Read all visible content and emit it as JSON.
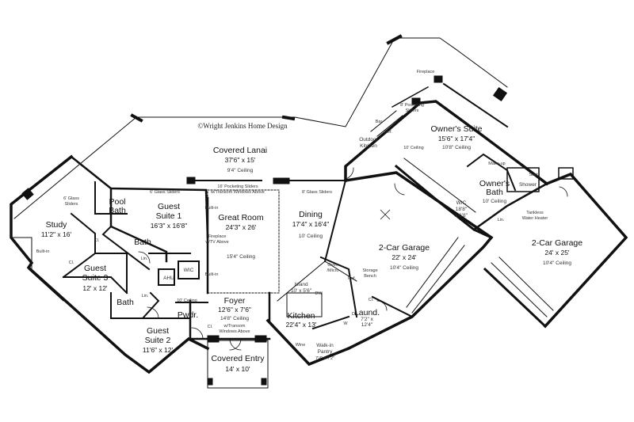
{
  "credit": "©Wright Jenkins Home Design",
  "rooms": {
    "covered_lanai": {
      "name": "Covered Lanai",
      "dim": "37'6\" x 15'",
      "ceiling": "9'4\" Ceiling"
    },
    "great_room": {
      "name": "Great Room",
      "dim": "24'3\" x 26'",
      "ceiling": "15'4\" Ceiling"
    },
    "dining": {
      "name": "Dining",
      "dim": "17'4\" x 16'4\"",
      "ceiling": "10' Ceiling"
    },
    "guest_suite_1": {
      "name1": "Guest",
      "name2": "Suite 1",
      "dim": "16'3\" x 16'8\""
    },
    "guest_suite_2": {
      "name1": "Guest",
      "name2": "Suite 2",
      "dim": "11'6\" x 12'"
    },
    "guest_suite_3": {
      "name1": "Guest",
      "name2": "Suite 3",
      "dim": "12' x 12'"
    },
    "study": {
      "name": "Study",
      "dim": "11'2\" x 16'"
    },
    "pool_bath": {
      "name1": "Pool",
      "name2": "Bath"
    },
    "bath_1": {
      "name": "Bath"
    },
    "bath_2": {
      "name": "Bath"
    },
    "foyer": {
      "name": "Foyer",
      "dim": "12'6\" x 7'6\"",
      "ceiling": "14'8\" Ceiling"
    },
    "covered_entry": {
      "name": "Covered Entry",
      "dim": "14' x 10'"
    },
    "kitchen": {
      "name": "Kitchen",
      "dim": "22'4\" x 13'"
    },
    "island": {
      "name": "Island",
      "dim": "10' x 5'6\""
    },
    "walk_in_pantry": {
      "name": "Walk-in",
      "name2": "Pantry",
      "dim": "7'4\" x 7'2\""
    },
    "laundry": {
      "name": "Laund.",
      "dim": "7'2\" x",
      "dim2": "12'4\""
    },
    "garage_2car_a": {
      "name": "2-Car Garage",
      "dim": "22' x 24'",
      "ceiling": "10'4\" Ceiling"
    },
    "garage_2car_b": {
      "name": "2-Car Garage",
      "dim": "24' x 25'",
      "ceiling": "10'4\" Ceiling"
    },
    "owners_suite": {
      "name": "Owner's Suite",
      "dim": "15'6\" x 17'4\"",
      "ceiling": "10'8\" Ceiling"
    },
    "owners_bath": {
      "name1": "Owner's",
      "name2": "Bath",
      "ceiling": "10' Ceiling"
    },
    "wic_owner": {
      "name": "WIC",
      "dim": "18'8\"",
      "dim2": "x 6'8\""
    },
    "outdoor_kitchen": {
      "name1": "Outdoor",
      "name2": "Kitchen"
    },
    "powder": {
      "name": "Pwdr."
    }
  },
  "labels": {
    "fireplace": "Fireplace",
    "pocketing_sliders_8": "8' Pocketing",
    "pocketing_sliders_8b": "Sliders",
    "pocketing_sliders_16": "16' Pocketing Sliders",
    "transom_windows": "w/Transom Windows Above",
    "glass_sliders_6a": "6' Glass Sliders",
    "glass_sliders_6b": "6' Glass",
    "glass_sliders_6c": "Sliders",
    "glass_sliders_8": "8' Glass Sliders",
    "builtin_1": "Built-in",
    "builtin_2": "Built-in",
    "builtin_3": "Built-in",
    "fireplace_tv_1": "Fireplace",
    "fireplace_tv_2": "w/TV Above",
    "wic": "WIC",
    "ahu": "AHU",
    "lin_1": "Lin.",
    "lin_2": "Lin.",
    "lin_3": "Lin.",
    "cl_1": "Cl.",
    "cl_2": "Cl.",
    "cl_3": "Cl.",
    "cl_4": "Cl.",
    "ceiling_10": "10' Ceiling",
    "ceiling_10b": "10' Ceiling",
    "transom_foyer_1": "w/Transom",
    "transom_foyer_2": "Windows Above",
    "bar": "Bar",
    "ref": "Ref.",
    "make_up": "Make-up",
    "seat": "Seat",
    "shower": "Shower",
    "tankless_1": "Tankless",
    "tankless_2": "Water Heater",
    "oven_micro_1": "Oven",
    "oven_micro_2": "/Micro",
    "storage_bench_1": "Storage",
    "storage_bench_2": "Bench",
    "dw": "DW",
    "wine": "Wine",
    "ref_kitchen": "Ref.",
    "d": "D",
    "w": "W"
  }
}
